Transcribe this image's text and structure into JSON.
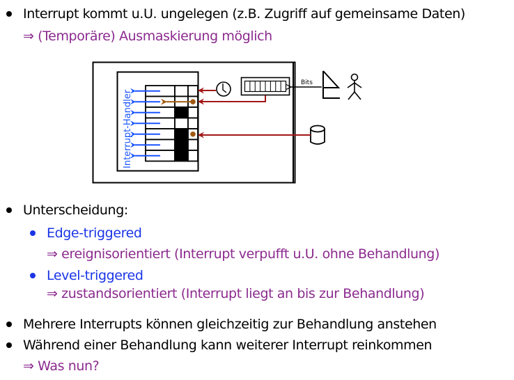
{
  "colors": {
    "text": "#000000",
    "implication": "#8b2a8e",
    "subitem": "#1a35e6",
    "handler_arrow": "#1a55ff",
    "signal_arrow": "#a01818",
    "pending_dot": "#a05a10"
  },
  "bullets": [
    {
      "text": "Interrupt kommt u.U. ungelegen (z.B. Zugriff auf gemeinsame Daten)",
      "implication": "⇒ (Temporäre) Ausmaskierung möglich"
    },
    {
      "text": "Unterscheidung:",
      "subitems": [
        {
          "text": "Edge-triggered",
          "implication": "⇒ ereignisorientiert (Interrupt verpufft u.U. ohne Behandlung)"
        },
        {
          "text": "Level-triggered",
          "implication": "⇒ zustandsorientiert (Interrupt liegt an bis zur Behandlung)"
        }
      ]
    },
    {
      "text": "Mehrere Interrupts können gleichzeitig zur Behandlung anstehen"
    },
    {
      "text": "Während einer Behandlung kann weiterer Interrupt reinkommen",
      "implication": "⇒ Was nun?"
    }
  ],
  "diagram": {
    "handler_label": "Interrupt-Handler",
    "bits_label": "Bits",
    "rows": 7,
    "mask_bits": [
      0,
      0,
      1,
      0,
      1,
      1,
      1
    ],
    "pending_bits": [
      0,
      1,
      0,
      0,
      1,
      0,
      0
    ],
    "icons": [
      "clock-icon",
      "shift-register-icon",
      "keyboard-icon",
      "person-icon",
      "disk-icon"
    ]
  }
}
